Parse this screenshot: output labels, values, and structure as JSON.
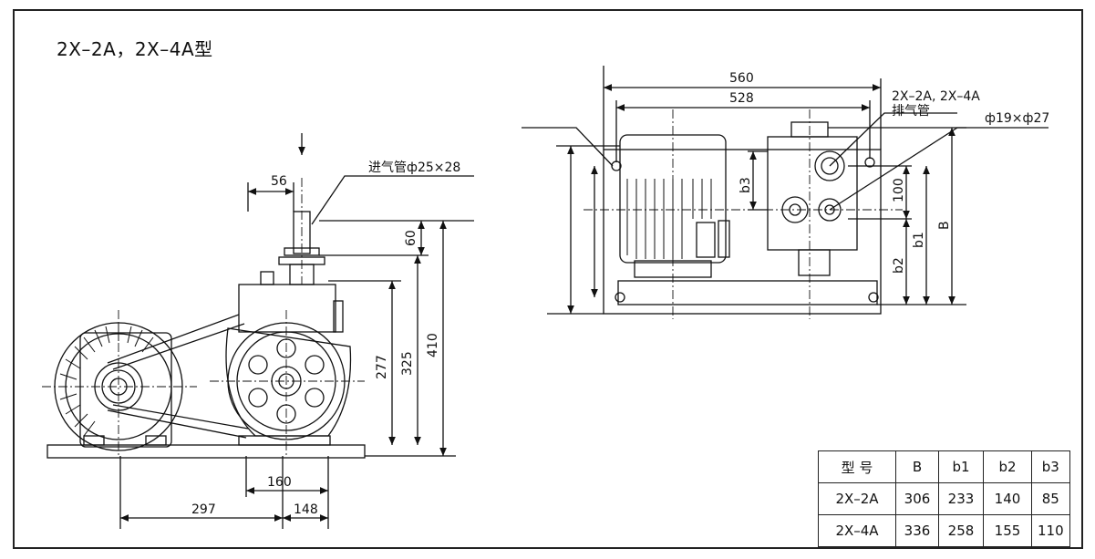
{
  "title": "2X–2A，2X–4A型",
  "side_view": {
    "inlet_label": "进气管ф25×28",
    "dims": {
      "d56": "56",
      "d60": "60",
      "d277": "277",
      "d325": "325",
      "d410": "410",
      "d160": "160",
      "d297": "297",
      "d148": "148"
    }
  },
  "top_view": {
    "exhaust_label_line1": "2X–2A, 2X–4A",
    "exhaust_label_line2": "排气管",
    "hole_label": "ф19×ф27",
    "dims": {
      "d560": "560",
      "d528": "528",
      "d100": "100",
      "b3": "b3",
      "b1": "b1",
      "b2": "b2",
      "B": "B"
    }
  },
  "spec_table": {
    "header": [
      "型  号",
      "B",
      "b1",
      "b2",
      "b3"
    ],
    "rows": [
      [
        "2X–2A",
        "306",
        "233",
        "140",
        "85"
      ],
      [
        "2X–4A",
        "336",
        "258",
        "155",
        "110"
      ]
    ]
  }
}
